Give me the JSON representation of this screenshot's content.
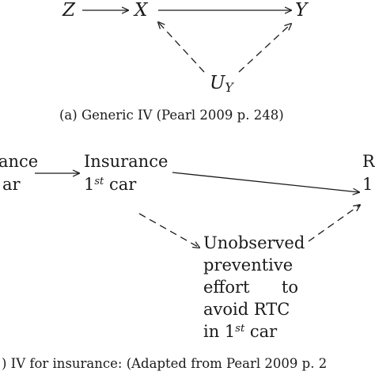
{
  "diagram_a": {
    "nodes": {
      "z": "Z",
      "x": "X",
      "y": "Y",
      "u": {
        "base": "U",
        "sub": "Y"
      }
    },
    "caption": "(a) Generic IV (Pearl 2009 p. 248)"
  },
  "diagram_b": {
    "nodes": {
      "left": {
        "line1": "ance",
        "line2": "ar"
      },
      "insurance": {
        "line1": "Insurance",
        "line2_base": "1",
        "line2_sup": "st",
        "line2_tail": " car"
      },
      "right": {
        "line1": "R",
        "line2_base": "1"
      },
      "unobserved": {
        "line1": "Unobserved",
        "line2": "preventive",
        "line3_a": "effort",
        "line3_b": "to",
        "line4": "avoid RTC",
        "line5_base": "in 1",
        "line5_sup": "st",
        "line5_tail": " car"
      }
    },
    "caption": ") IV for insurance: (Adapted from Pearl 2009 p. 2"
  },
  "colors": {
    "ink": "#1a1a1a",
    "background": "#ffffff"
  }
}
